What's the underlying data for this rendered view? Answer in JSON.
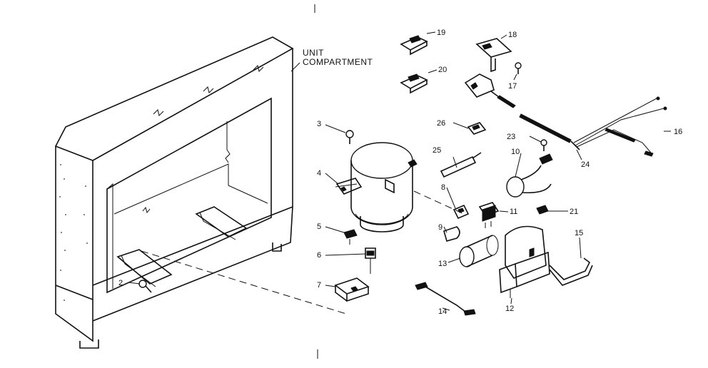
{
  "labels": {
    "unit_compartment_line1": "UNIT",
    "unit_compartment_line2": "COMPARTMENT",
    "p2": "2",
    "p3": "3",
    "p4": "4",
    "p5": "5",
    "p6": "6",
    "p7": "7",
    "p8": "8",
    "p9": "9",
    "p10": "10",
    "p11": "11",
    "p12": "12",
    "p13": "13",
    "p14": "14",
    "p15": "15",
    "p16": "16",
    "p17": "17",
    "p18": "18",
    "p19": "19",
    "p20": "20",
    "p21": "21",
    "p23": "23",
    "p24": "24",
    "p25": "25",
    "p26": "26"
  }
}
